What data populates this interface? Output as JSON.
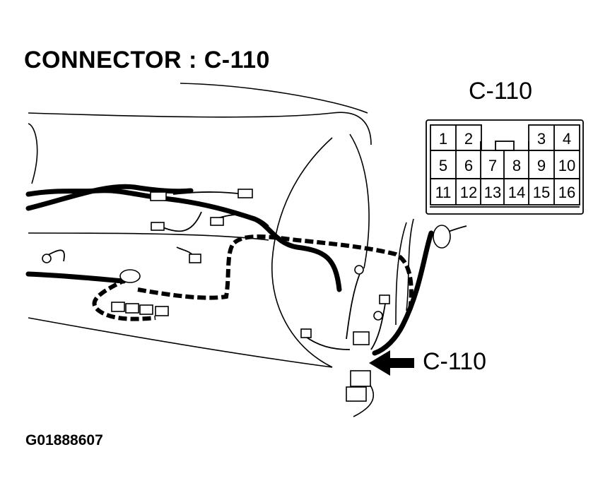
{
  "title": "CONNECTOR : C-110",
  "connector": {
    "label": "C-110",
    "pins": {
      "row1": [
        "1",
        "2",
        "3",
        "4"
      ],
      "row2": [
        "5",
        "6",
        "7",
        "8",
        "9",
        "10"
      ],
      "row3": [
        "11",
        "12",
        "13",
        "14",
        "15",
        "16"
      ]
    }
  },
  "callout_label": "C-110",
  "figure_code": "G01888607"
}
